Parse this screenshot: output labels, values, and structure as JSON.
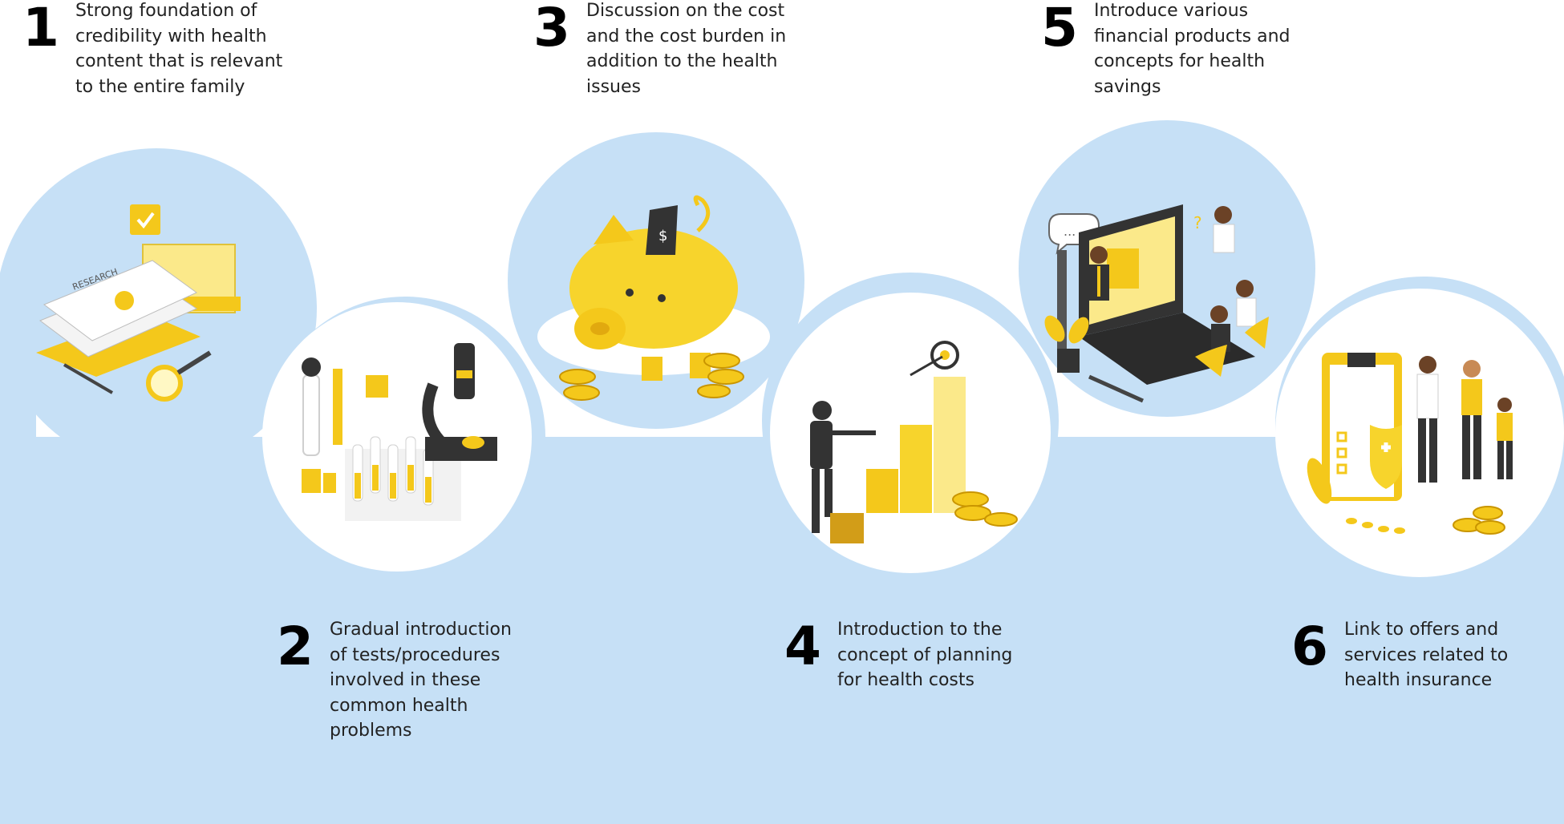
{
  "colors": {
    "bubble": "#c6e0f6",
    "accent": "#f4c81b",
    "accent_light": "#fbe98a",
    "dark": "#2b2b2b"
  },
  "steps": [
    {
      "number": "1",
      "text": "Strong foundation of\ncredibility with health\ncontent that is relevant\nto the entire family"
    },
    {
      "number": "2",
      "text": "Gradual introduction\nof tests/procedures\ninvolved in these\ncommon health\nproblems"
    },
    {
      "number": "3",
      "text": "Discussion on the cost\nand the cost burden in\naddition to the health\nissues"
    },
    {
      "number": "4",
      "text": "Introduction to the\nconcept of planning\nfor health costs"
    },
    {
      "number": "5",
      "text": "Introduce various\nfinancial products and\nconcepts for health\nsavings"
    },
    {
      "number": "6",
      "text": "Link to offers and\nservices related to\nhealth insurance"
    }
  ],
  "illustrations": {
    "research": {
      "icon": "research-documents-icon",
      "label": "RESEARCH"
    },
    "lab": {
      "icon": "lab-microscope-icon"
    },
    "piggy": {
      "icon": "piggy-bank-icon",
      "coin_symbol": "$"
    },
    "growth": {
      "icon": "growth-chart-icon"
    },
    "meeting": {
      "icon": "online-meeting-icon",
      "bubble_text": "...",
      "question": "?"
    },
    "insurance": {
      "icon": "health-insurance-icon"
    }
  }
}
